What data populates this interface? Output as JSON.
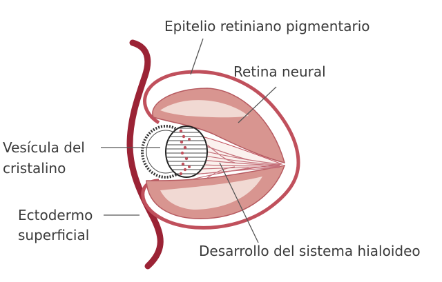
{
  "labels": {
    "rpe": "Epitelio retiniano pigmentario",
    "neural_retina": "Retina neural",
    "lens_vesicle_line1": "Vesícula del",
    "lens_vesicle_line2": "cristalino",
    "surface_ectoderm_line1": "Ectodermo",
    "surface_ectoderm_line2": "superficial",
    "hyaloid_system": "Desarrollo del sistema hialoideo"
  },
  "colors": {
    "ectoderm": "#9b2335",
    "pigment_epithelium": "#c0505c",
    "neural_retina": "#d89590",
    "neural_retina_light": "#f1d9d3",
    "vessels": "#c4707a",
    "outline": "#222222",
    "leader_line": "#555555"
  }
}
